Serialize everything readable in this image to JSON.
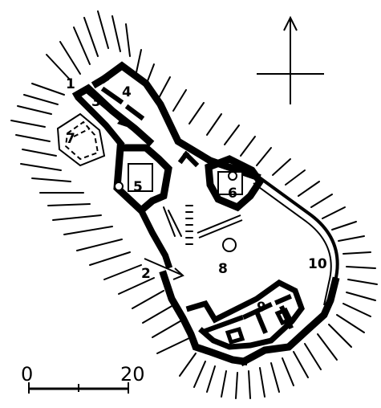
{
  "plan": {
    "labels": [
      {
        "id": "1",
        "text": "1"
      },
      {
        "id": "2",
        "text": "2"
      },
      {
        "id": "3",
        "text": "3"
      },
      {
        "id": "4",
        "text": "4"
      },
      {
        "id": "5",
        "text": "5"
      },
      {
        "id": "6",
        "text": "6"
      },
      {
        "id": "7",
        "text": "7"
      },
      {
        "id": "8",
        "text": "8"
      },
      {
        "id": "9",
        "text": "9"
      },
      {
        "id": "10",
        "text": "10"
      }
    ],
    "scale": {
      "start": "0",
      "end": "20"
    },
    "north_arrow": "north-arrow-icon",
    "colors": {
      "ink": "#000000",
      "paper": "#ffffff"
    }
  }
}
